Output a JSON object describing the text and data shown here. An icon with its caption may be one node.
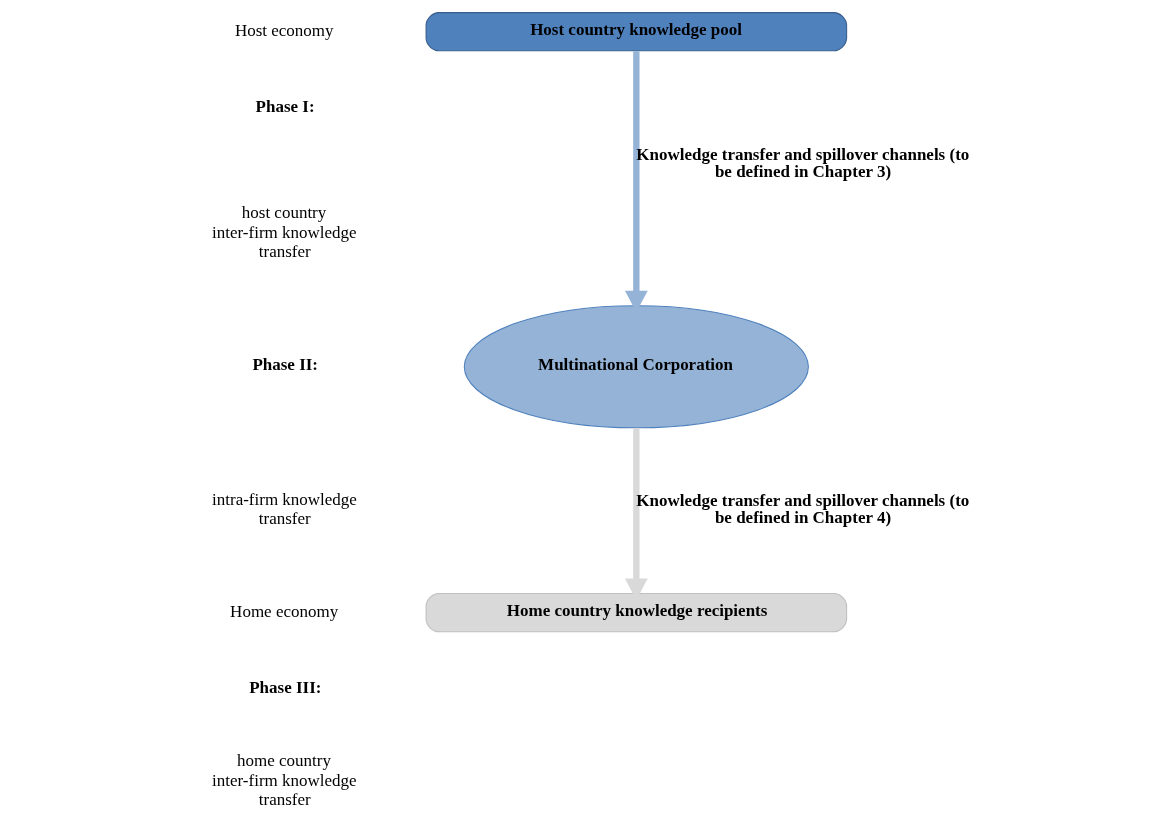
{
  "diagram": {
    "nodes": [
      {
        "text": [
          "Host country knowledge pool"
        ]
      },
      {
        "text": [
          "Multinational Corporation"
        ]
      },
      {
        "text": [
          "Home country knowledge recipients"
        ]
      }
    ],
    "edges": [
      {
        "from": 0,
        "to": 1,
        "arrow": "to",
        "label": "Knowledge transfer and spillover channels (to be defined in Chapter 3)",
        "color": "#95b3d7"
      },
      {
        "from": 1,
        "to": 2,
        "arrow": "to",
        "label": "Knowledge transfer and spillover channels (to be defined in Chapter 4)",
        "color": "#d9d9d9"
      }
    ],
    "labels": [
      "Host economy",
      "Phase I:",
      "host country inter-firm knowledge transfer",
      "Phase II:",
      "intra-firm knowledge transfer",
      "Home economy",
      "Phase III:",
      "home country inter-firm knowledge transfer"
    ]
  }
}
